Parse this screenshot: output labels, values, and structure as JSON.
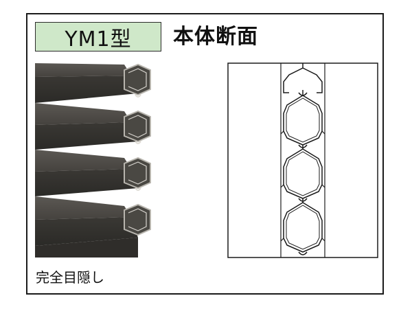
{
  "model_label": "YM1型",
  "heading": "本体断面",
  "caption": "完全目隠し",
  "colors": {
    "badge_background": "#cfe8c9",
    "panel_dark": "#3e3c38",
    "panel_light": "#57544f",
    "profile_edge": "#a9a6a0",
    "line": "#1a1a1a"
  },
  "icons": {
    "louver_photo": "louver-product-photo",
    "cross_section": "cross-section-drawing"
  }
}
